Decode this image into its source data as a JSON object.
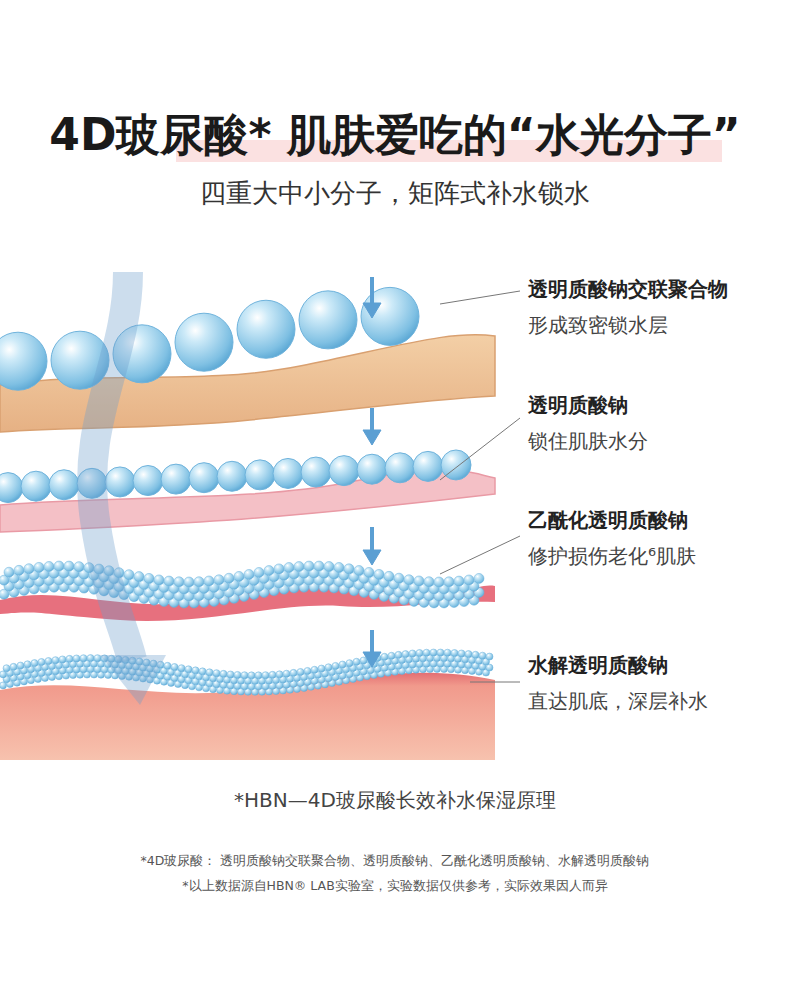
{
  "diagram": {
    "title": "4D玻尿酸*  肌肤爱吃的“水光分子”",
    "caption": "*HBN—4D玻尿酸长效补水保湿原理",
    "labels": [
      "四重大中小分子，矩阵式补水锁水",
      "透明质酸钠交联聚合物",
      "形成致密锁水层",
      "透明质酸钠",
      "锁住肌肤水分",
      "乙酰化透明质酸钠",
      "修护损伤老化⁶肌肤",
      "水解透明质酸钠",
      "直达肌底，深层补水",
      "*4D玻尿酸：  透明质酸钠交联聚合物、透明质酸钠、乙酰化透明质酸钠、水解透明质酸钠",
      "*以上数据源自HBN® LAB实验室，实验数据仅供参考，实际效果因人而异"
    ]
  }
}
